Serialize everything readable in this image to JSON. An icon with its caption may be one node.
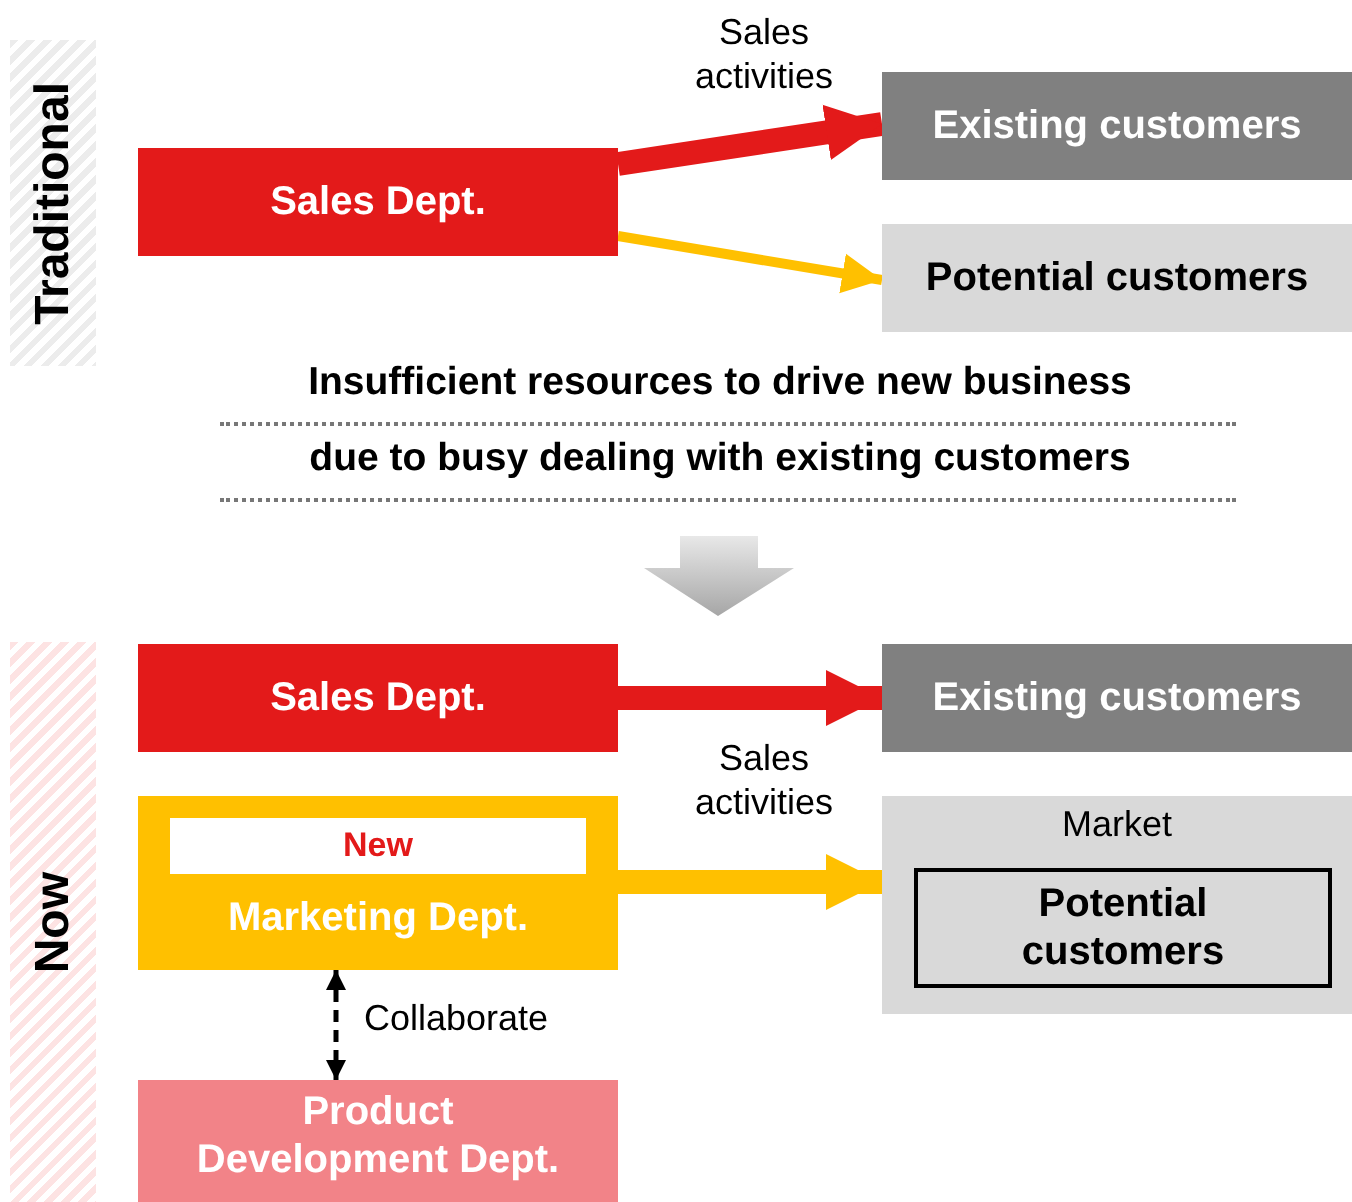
{
  "diagram": {
    "nodes": [
      {
        "text": [
          "Traditional"
        ]
      },
      {
        "text": [
          "Sales Dept."
        ]
      },
      {
        "text": [
          "Existing customers"
        ]
      },
      {
        "text": [
          "Potential customers"
        ]
      },
      {
        "text": [
          "Now"
        ]
      },
      {
        "text": [
          "Sales Dept."
        ]
      },
      {
        "text": [
          "Marketing Dept."
        ]
      },
      {
        "text": [
          "New"
        ],
        "in": 6
      },
      {
        "text": [
          "Existing customers"
        ]
      },
      {
        "text": [
          "Market"
        ]
      },
      {
        "text": [
          "Potential customers"
        ],
        "in": 9
      },
      {
        "text": [
          "Product Development Dept."
        ]
      }
    ],
    "edges": [
      {
        "from": 1,
        "to": 2,
        "arrow": "to",
        "label": "Sales activities"
      },
      {
        "from": 1,
        "to": 3,
        "arrow": "to",
        "color": "#ffc000"
      },
      {
        "from": 5,
        "to": 8,
        "arrow": "to"
      },
      {
        "from": 6,
        "to": 9,
        "arrow": "to",
        "label": "Sales activities",
        "color": "#ffc000"
      },
      {
        "from": 6,
        "to": 11,
        "arrow": "both",
        "label": "Collaborate",
        "style": "dashed",
        "color": "#000000"
      }
    ],
    "labels": [
      "Insufficient resources to drive new business",
      "due to busy dealing with existing customers"
    ]
  }
}
